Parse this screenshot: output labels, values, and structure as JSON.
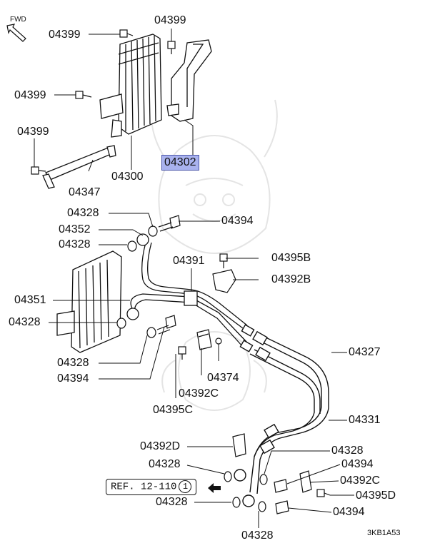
{
  "labels": {
    "fwd": "FWD",
    "l04399_a": "04399",
    "l04399_b": "04399",
    "l04399_c": "04399",
    "l04399_d": "04399",
    "l04302": "04302",
    "l04300": "04300",
    "l04347": "04347",
    "l04328_a": "04328",
    "l04394_a": "04394",
    "l04352": "04352",
    "l04328_b": "04328",
    "l04395b": "04395B",
    "l04391": "04391",
    "l04392b": "04392B",
    "l04351": "04351",
    "l04328_c": "04328",
    "l04328_d": "04328",
    "l04394_b": "04394",
    "l04374": "04374",
    "l04392c_a": "04392C",
    "l04395c": "04395C",
    "l04327": "04327",
    "l04331": "04331",
    "l04392d": "04392D",
    "l04328_e": "04328",
    "l04328_f": "04328",
    "l04394_c": "04394",
    "l04392c_b": "04392C",
    "l04395d": "04395D",
    "l04328_g": "04328",
    "l04394_d": "04394",
    "l04328_h": "04328",
    "diagram_code": "3KB1A53"
  },
  "reference": {
    "text": "REF. 12-110",
    "circled": "1"
  },
  "colors": {
    "highlight_fill": "#a9b2ee",
    "highlight_border": "#4a55a8",
    "line": "#111111",
    "watermark": "#e6e6e6"
  }
}
